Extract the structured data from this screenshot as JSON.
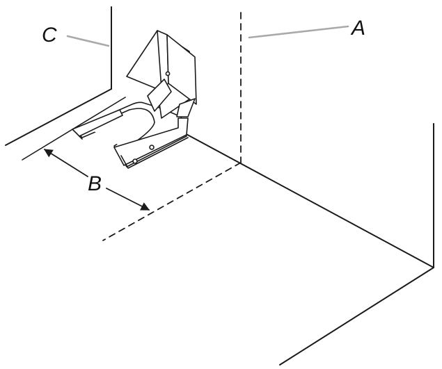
{
  "figure": {
    "labels": {
      "a": "A",
      "b": "B",
      "c": "C"
    },
    "colors": {
      "line": "#1a1a1a",
      "leader": "#a9a9a9",
      "background": "#ffffff"
    }
  }
}
